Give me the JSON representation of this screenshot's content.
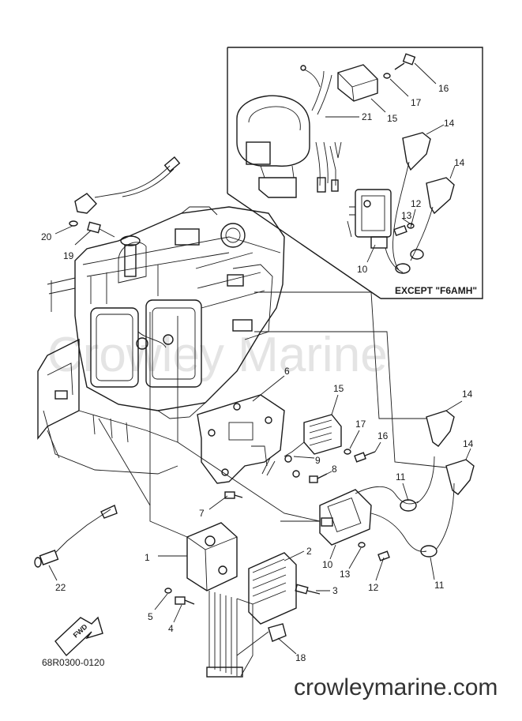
{
  "watermark": "Crowley Marine",
  "website": "crowleymarine.com",
  "diagram_code": "68R0300-0120",
  "inset_note": "EXCEPT \"F6AMH\"",
  "fwd_label": "FWD",
  "callouts": {
    "c1": "1",
    "c2": "2",
    "c3": "3",
    "c4": "4",
    "c5": "5",
    "c6": "6",
    "c7": "7",
    "c8": "8",
    "c9": "9",
    "c10": "10",
    "c11a": "11",
    "c11b": "11",
    "c12": "12",
    "c13": "13",
    "c14a": "14",
    "c14b": "14",
    "c15": "15",
    "c16": "16",
    "c17": "17",
    "c18": "18",
    "c19": "19",
    "c20": "20",
    "c22": "22",
    "i10": "10",
    "i12": "12",
    "i13": "13",
    "i14a": "14",
    "i14b": "14",
    "i15": "15",
    "i16": "16",
    "i17": "17",
    "i21": "21"
  }
}
